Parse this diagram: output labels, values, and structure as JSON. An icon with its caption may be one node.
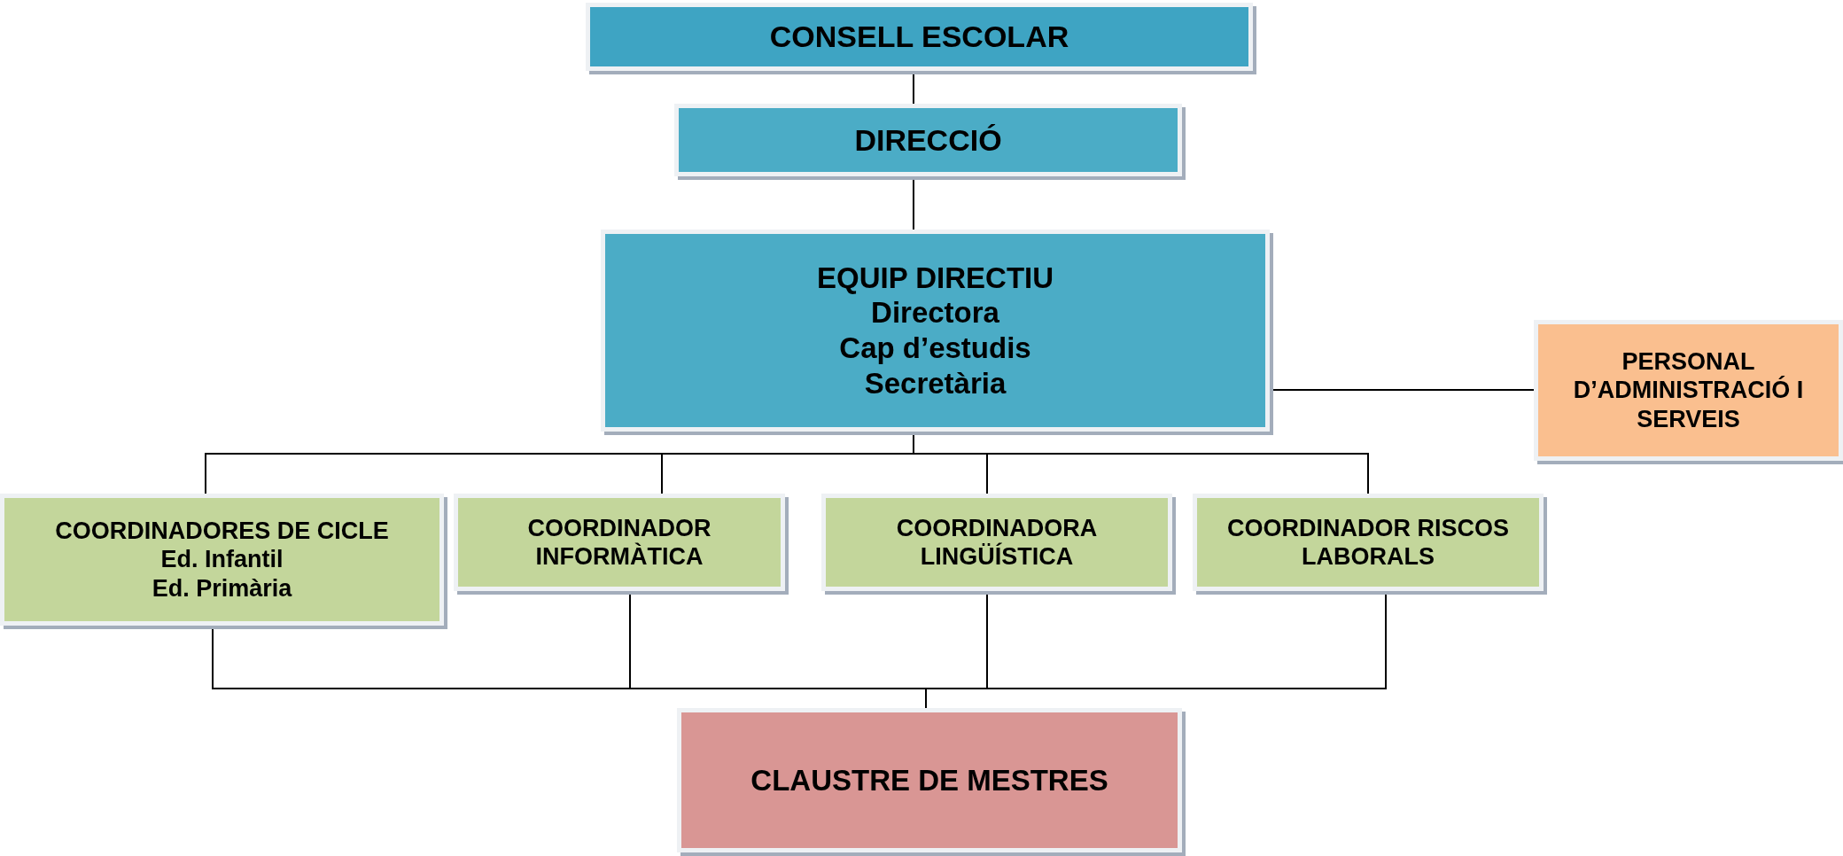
{
  "diagram": {
    "nodes": [
      {
        "text": [
          "CONSELL ESCOLAR"
        ]
      },
      {
        "text": [
          "DIRECCIÓ"
        ]
      },
      {
        "text": [
          "EQUIP DIRECTIU",
          "Directora",
          "Cap d’estudis",
          "Secretària"
        ]
      },
      {
        "text": [
          "PERSONAL D’ADMINISTRACIÓ I SERVEIS"
        ]
      },
      {
        "text": [
          "COORDINADORES DE CICLE",
          "Ed. Infantil",
          "Ed. Primària"
        ]
      },
      {
        "text": [
          "COORDINADOR INFORMÀTICA"
        ]
      },
      {
        "text": [
          "COORDINADORA LINGÜÍSTICA"
        ]
      },
      {
        "text": [
          "COORDINADOR RISCOS LABORALS"
        ]
      },
      {
        "text": [
          "CLAUSTRE DE MESTRES"
        ]
      }
    ],
    "edges": [
      {
        "from": 0,
        "to": 1,
        "arrow": "none"
      },
      {
        "from": 1,
        "to": 2,
        "arrow": "none"
      },
      {
        "from": 2,
        "to": 3,
        "arrow": "none"
      },
      {
        "from": 2,
        "to": 4,
        "arrow": "none"
      },
      {
        "from": 2,
        "to": 5,
        "arrow": "none"
      },
      {
        "from": 2,
        "to": 6,
        "arrow": "none"
      },
      {
        "from": 2,
        "to": 7,
        "arrow": "none"
      },
      {
        "from": 4,
        "to": 8,
        "arrow": "none"
      },
      {
        "from": 5,
        "to": 8,
        "arrow": "none"
      },
      {
        "from": 6,
        "to": 8,
        "arrow": "none"
      },
      {
        "from": 7,
        "to": 8,
        "arrow": "none"
      }
    ]
  }
}
